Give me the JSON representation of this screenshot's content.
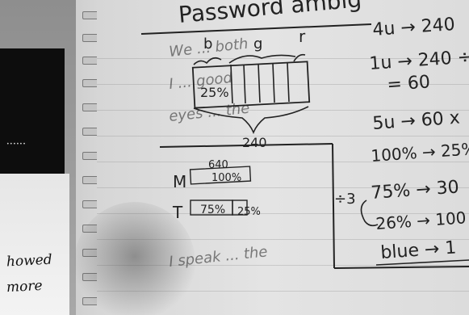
{
  "scene": {
    "monitor_label": "••••••",
    "whiteboard_text": [
      "howed",
      "more"
    ]
  },
  "notes": {
    "title": "Password ambig",
    "bar_labels": [
      "b",
      "g",
      "r"
    ],
    "bar_percent": "25%",
    "total": "240",
    "m_label": "M",
    "m_value": "640",
    "m_percent": "100%",
    "t_label": "T",
    "t_percent_a": "75%",
    "t_percent_b": "25%",
    "right_column": [
      "4u → 240",
      "1u → 240 ÷",
      "= 60",
      "5u → 60 x",
      "100% → 25%",
      "75% → 30",
      "26% → 100",
      "blue → 1"
    ],
    "divide_label": "÷3"
  },
  "colors": {
    "ink": "#222222",
    "paper": "#e0e0e0",
    "shadow": "#505050"
  }
}
